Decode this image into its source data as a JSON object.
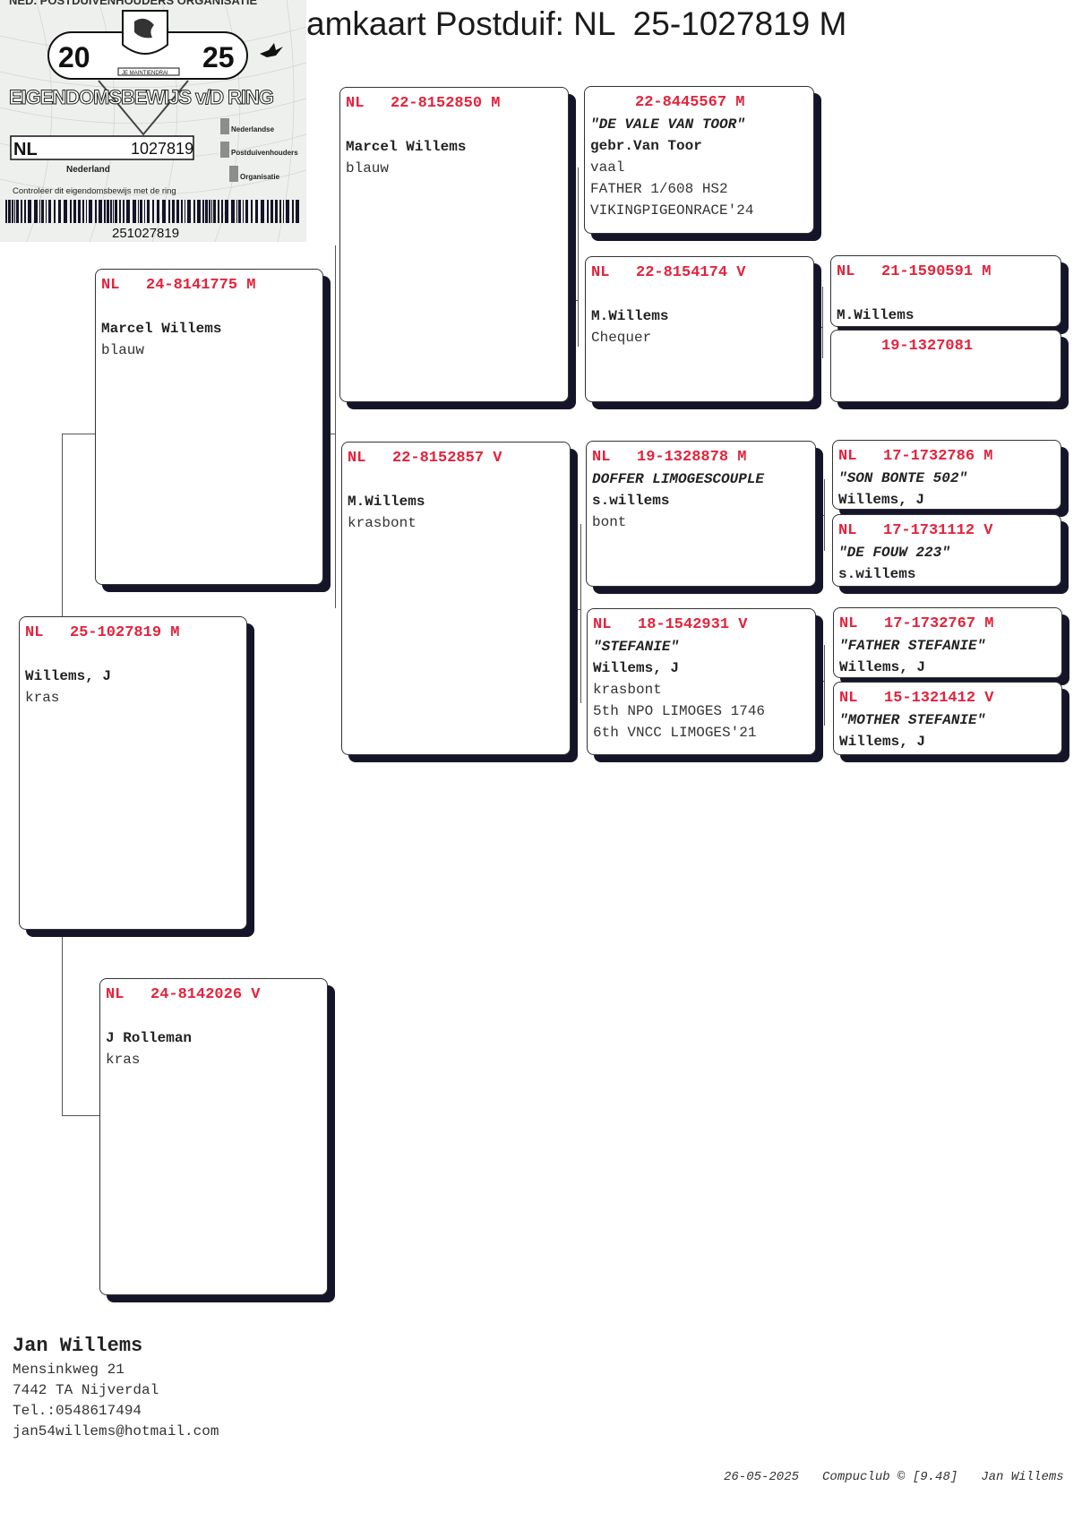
{
  "title": "amkaart Postduif: NL  25-1027819 M",
  "certificate": {
    "org": "NED. POSTDUIVENHOUDERS ORGANISATIE",
    "year_left": "20",
    "year_right": "25",
    "motto": "JE MAINTIENDRAI",
    "heading": "EIGENDOMSBEWIJS v/D RING",
    "country": "NL",
    "ring_number": "1027819",
    "land": "Nederland",
    "npo": [
      "Nederlandse",
      "Postduivenhouders",
      "Organisatie"
    ],
    "instruction": "Controleer dit eigendomsbewijs met de ring",
    "barcode": "251027819"
  },
  "pigeons": [
    {
      "country": "NL",
      "ring": "25-1027819 M",
      "lines": [
        {
          "t": "blank",
          "v": ""
        },
        {
          "t": "owner",
          "v": "Willems, J"
        },
        {
          "t": "plain",
          "v": "kras"
        }
      ]
    },
    {
      "country": "NL",
      "ring": "24-8141775 M",
      "lines": [
        {
          "t": "blank",
          "v": ""
        },
        {
          "t": "owner",
          "v": "Marcel Willems"
        },
        {
          "t": "plain",
          "v": "blauw"
        }
      ]
    },
    {
      "country": "NL",
      "ring": "24-8142026 V",
      "lines": [
        {
          "t": "blank",
          "v": ""
        },
        {
          "t": "owner",
          "v": "J Rolleman"
        },
        {
          "t": "plain",
          "v": "kras"
        }
      ]
    },
    {
      "country": "NL",
      "ring": "22-8152850 M",
      "lines": [
        {
          "t": "blank",
          "v": ""
        },
        {
          "t": "owner",
          "v": "Marcel Willems"
        },
        {
          "t": "plain",
          "v": "blauw"
        }
      ]
    },
    {
      "country": "NL",
      "ring": "22-8152857 V",
      "lines": [
        {
          "t": "blank",
          "v": ""
        },
        {
          "t": "owner",
          "v": "M.Willems"
        },
        {
          "t": "plain",
          "v": "krasbont"
        }
      ]
    },
    {
      "country": "",
      "ring": "22-8445567 M",
      "lines": [
        {
          "t": "name",
          "v": "\"DE VALE VAN TOOR\""
        },
        {
          "t": "owner",
          "v": "gebr.Van Toor"
        },
        {
          "t": "plain",
          "v": "vaal"
        },
        {
          "t": "plain",
          "v": "FATHER 1/608 HS2"
        },
        {
          "t": "plain",
          "v": "VIKINGPIGEONRACE'24"
        }
      ]
    },
    {
      "country": "NL",
      "ring": "22-8154174 V",
      "lines": [
        {
          "t": "blank",
          "v": ""
        },
        {
          "t": "owner",
          "v": "M.Willems"
        },
        {
          "t": "plain",
          "v": "Chequer"
        }
      ]
    },
    {
      "country": "NL",
      "ring": "21-1590591 M",
      "lines": [
        {
          "t": "blank",
          "v": ""
        },
        {
          "t": "owner",
          "v": "M.Willems"
        }
      ]
    },
    {
      "country": "",
      "ring": "19-1327081",
      "lines": []
    },
    {
      "country": "NL",
      "ring": "19-1328878 M",
      "lines": [
        {
          "t": "name",
          "v": "DOFFER LIMOGESCOUPLE"
        },
        {
          "t": "owner",
          "v": "s.willems"
        },
        {
          "t": "plain",
          "v": "bont"
        }
      ]
    },
    {
      "country": "NL",
      "ring": "17-1732786 M",
      "lines": [
        {
          "t": "name",
          "v": "\"SON BONTE 502\""
        },
        {
          "t": "owner",
          "v": "Willems, J"
        }
      ]
    },
    {
      "country": "NL",
      "ring": "17-1731112 V",
      "lines": [
        {
          "t": "name",
          "v": "\"DE FOUW 223\""
        },
        {
          "t": "owner",
          "v": "s.willems"
        }
      ]
    },
    {
      "country": "NL",
      "ring": "18-1542931 V",
      "lines": [
        {
          "t": "name",
          "v": "\"STEFANIE\""
        },
        {
          "t": "owner",
          "v": "Willems, J"
        },
        {
          "t": "plain",
          "v": "krasbont"
        },
        {
          "t": "plain",
          "v": "5th NPO LIMOGES 1746"
        },
        {
          "t": "plain",
          "v": "6th VNCC LIMOGES'21"
        }
      ]
    },
    {
      "country": "NL",
      "ring": "17-1732767 M",
      "lines": [
        {
          "t": "name",
          "v": "\"FATHER STEFANIE\""
        },
        {
          "t": "owner",
          "v": "Willems, J"
        }
      ]
    },
    {
      "country": "NL",
      "ring": "15-1321412 V",
      "lines": [
        {
          "t": "name",
          "v": "\"MOTHER STEFANIE\""
        },
        {
          "t": "owner",
          "v": "Willems, J"
        }
      ]
    }
  ],
  "owner": {
    "name": "Jan Willems",
    "street": "Mensinkweg 21",
    "city": "7442 TA  Nijverdal",
    "phone": "Tel.:0548617494",
    "email": "jan54willems@hotmail.com"
  },
  "footer": {
    "date": "26-05-2025",
    "software": "Compuclub © [9.48]",
    "user": "Jan Willems"
  },
  "colors": {
    "ring": "#e2233c",
    "shadow": "#15152a"
  }
}
